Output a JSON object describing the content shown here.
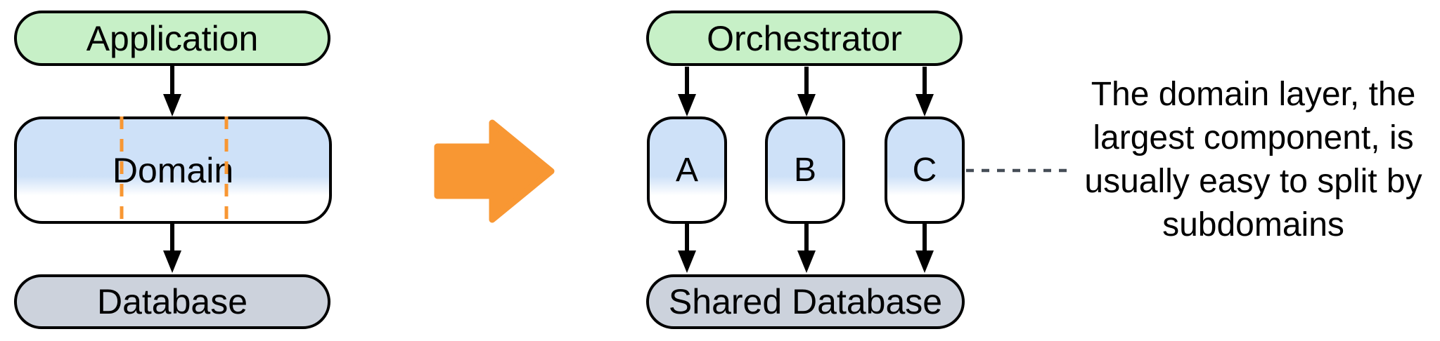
{
  "monolith": {
    "application_label": "Application",
    "domain_label": "Domain",
    "database_label": "Database"
  },
  "microservices": {
    "orchestrator_label": "Orchestrator",
    "services": [
      "A",
      "B",
      "C"
    ],
    "database_label": "Shared Database"
  },
  "annotation": {
    "full_text": "The domain layer, the largest component, is usually easy to split by subdomains",
    "lines": [
      "The domain layer, the",
      "largest component, is",
      "usually easy to split by",
      "subdomains"
    ]
  },
  "icons": {
    "transform_arrow": "right-block-arrow-icon",
    "flow_arrow": "down-arrow-icon",
    "split_markers": "vertical-dashed-split-lines",
    "annotation_connector": "dashed-connector-line"
  },
  "colors": {
    "green_fill": "#c7f0c7",
    "blue_fill": "#cee1f8",
    "gray_fill": "#ccd2dc",
    "orange": "#f89733",
    "stroke": "#000000",
    "connector_gray": "#454d57",
    "background": "#ffffff"
  }
}
